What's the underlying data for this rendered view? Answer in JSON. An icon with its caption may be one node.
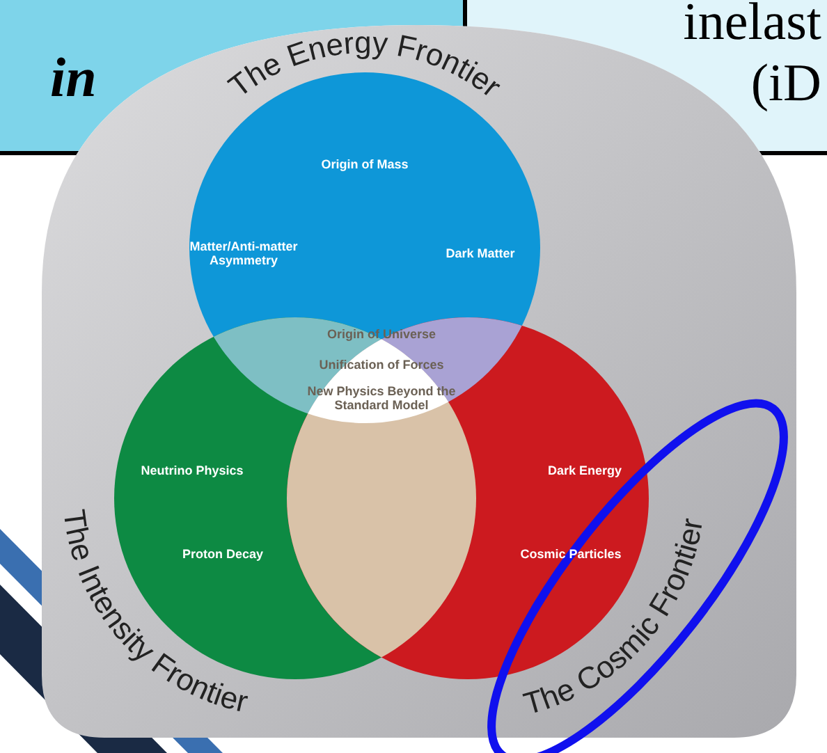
{
  "diagram": {
    "nodes": [
      {
        "text": [
          "The Energy Frontier",
          "Origin of Mass"
        ]
      },
      {
        "text": [
          "Neutrino Physics",
          "Proton Decay",
          "The Intensity Frontier"
        ]
      },
      {
        "text": [
          "Dark Energy",
          "Cosmic Particles",
          "The Cosmic Frontier"
        ]
      }
    ],
    "labels": [
      "in",
      "inelast (iD",
      "Matter/Anti-matter Asymmetry",
      "Dark Matter",
      "Origin of Universe",
      "Unification of Forces",
      "New Physics Beyond the Standard Model"
    ]
  }
}
